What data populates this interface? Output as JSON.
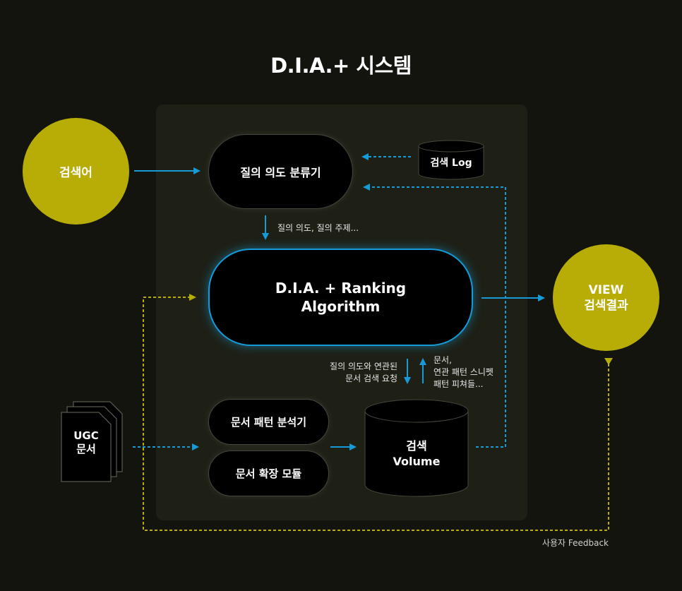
{
  "title": "D.I.A.+ 시스템",
  "nodes": {
    "query": "검색어",
    "intent_classifier": "질의 의도 분류기",
    "search_log": "검색 Log",
    "algorithm_line1": "D.I.A. + Ranking",
    "algorithm_line2": "Algorithm",
    "view_line1": "VIEW",
    "view_line2": "검색결과",
    "ugc_line1": "UGC",
    "ugc_line2": "문서",
    "doc_pattern": "문서 패턴 분석기",
    "doc_expand": "문서 확장 모듈",
    "volume_line1": "검색",
    "volume_line2": "Volume"
  },
  "labels": {
    "intent_topic": "질의 의도, 질의 주제...",
    "request_line1": "질의 의도와 연관된",
    "request_line2": "문서 검색 요청",
    "response_line1": "문서,",
    "response_line2": "연관 패턴 스니펫",
    "response_line3": "패턴 피쳐들...",
    "feedback": "사용자 Feedback"
  },
  "colors": {
    "background": "#13140d",
    "panel": "#1e2016",
    "accent_yellow": "#b8ac06",
    "arrow_blue": "#169ad8",
    "feedback_dashed": "#b8ac06"
  }
}
